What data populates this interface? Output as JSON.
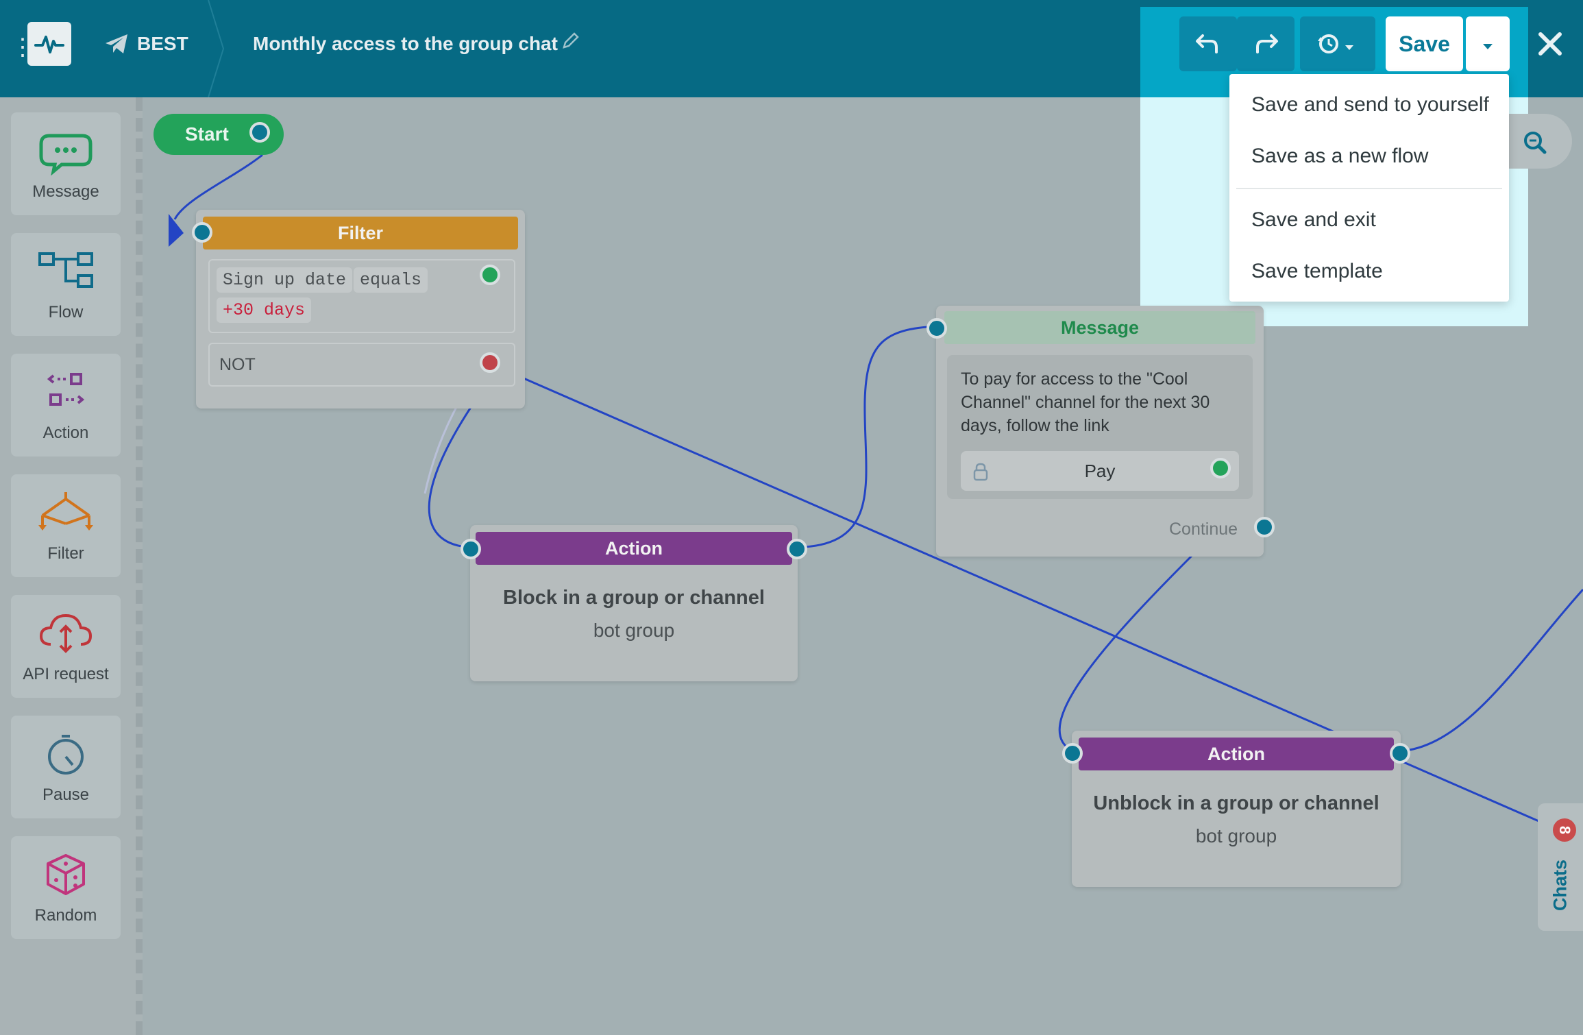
{
  "header": {
    "bot_name": "BEST",
    "flow_title": "Monthly access to the group chat",
    "save_label": "Save"
  },
  "save_menu": {
    "items": [
      {
        "label": "Save and send to yourself"
      },
      {
        "label": "Save as a new flow"
      },
      {
        "label": "Save and exit"
      },
      {
        "label": "Save template"
      }
    ]
  },
  "sidebar": {
    "items": [
      {
        "label": "Message",
        "icon": "chat-bubble-icon"
      },
      {
        "label": "Flow",
        "icon": "flow-icon"
      },
      {
        "label": "Action",
        "icon": "action-icon"
      },
      {
        "label": "Filter",
        "icon": "filter-icon"
      },
      {
        "label": "API request",
        "icon": "cloud-api-icon"
      },
      {
        "label": "Pause",
        "icon": "stopwatch-icon"
      },
      {
        "label": "Random",
        "icon": "dice-icon"
      }
    ]
  },
  "canvas": {
    "start_label": "Start",
    "filter_node": {
      "title": "Filter",
      "chip_field": "Sign up date",
      "chip_op": "equals",
      "chip_value": "+30 days",
      "not_label": "NOT"
    },
    "action_block": {
      "title": "Action",
      "main": "Block in a group or channel",
      "sub": "bot group"
    },
    "message_node": {
      "title": "Message",
      "text": "To pay for access to the \"Cool Channel\" channel for the next 30 days, follow the link",
      "button_label": "Pay",
      "continue_label": "Continue"
    },
    "action_unblock": {
      "title": "Action",
      "main": "Unblock in a group or channel",
      "sub": "bot group"
    }
  },
  "chats_tab": {
    "label": "Chats",
    "badge": "8"
  },
  "colors": {
    "topbar": "#066a84",
    "filter": "#c98d2a",
    "action": "#7b3c8c",
    "message_header": "#a6c2b2",
    "connector": "#2344c4",
    "highlight": "#d7f7fb"
  }
}
